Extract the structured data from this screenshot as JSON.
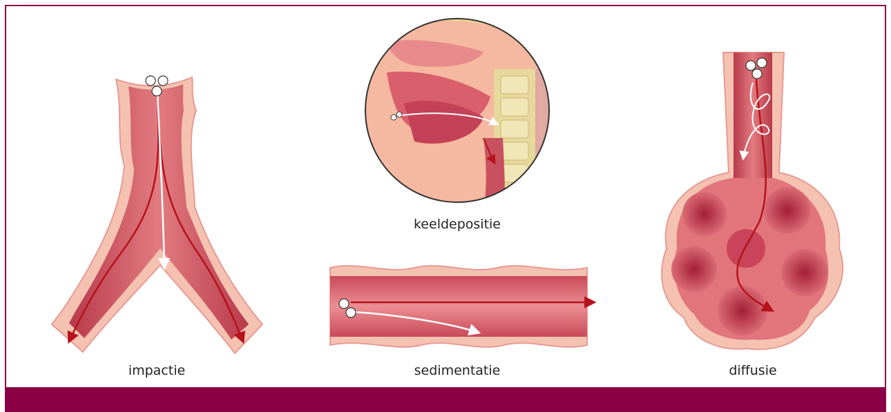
{
  "labels": {
    "impaction": "impactie",
    "throat": "keeldepositie",
    "sedimentation": "sedimentatie",
    "diffusion": "diffusie"
  },
  "colors": {
    "frame": "#8a0d45",
    "footer_band": "#8a0045",
    "tissue_light": "#f6c4b4",
    "tissue_mid": "#e98f8c",
    "lumen": "#d9606a",
    "arrow": "#b5121b"
  }
}
